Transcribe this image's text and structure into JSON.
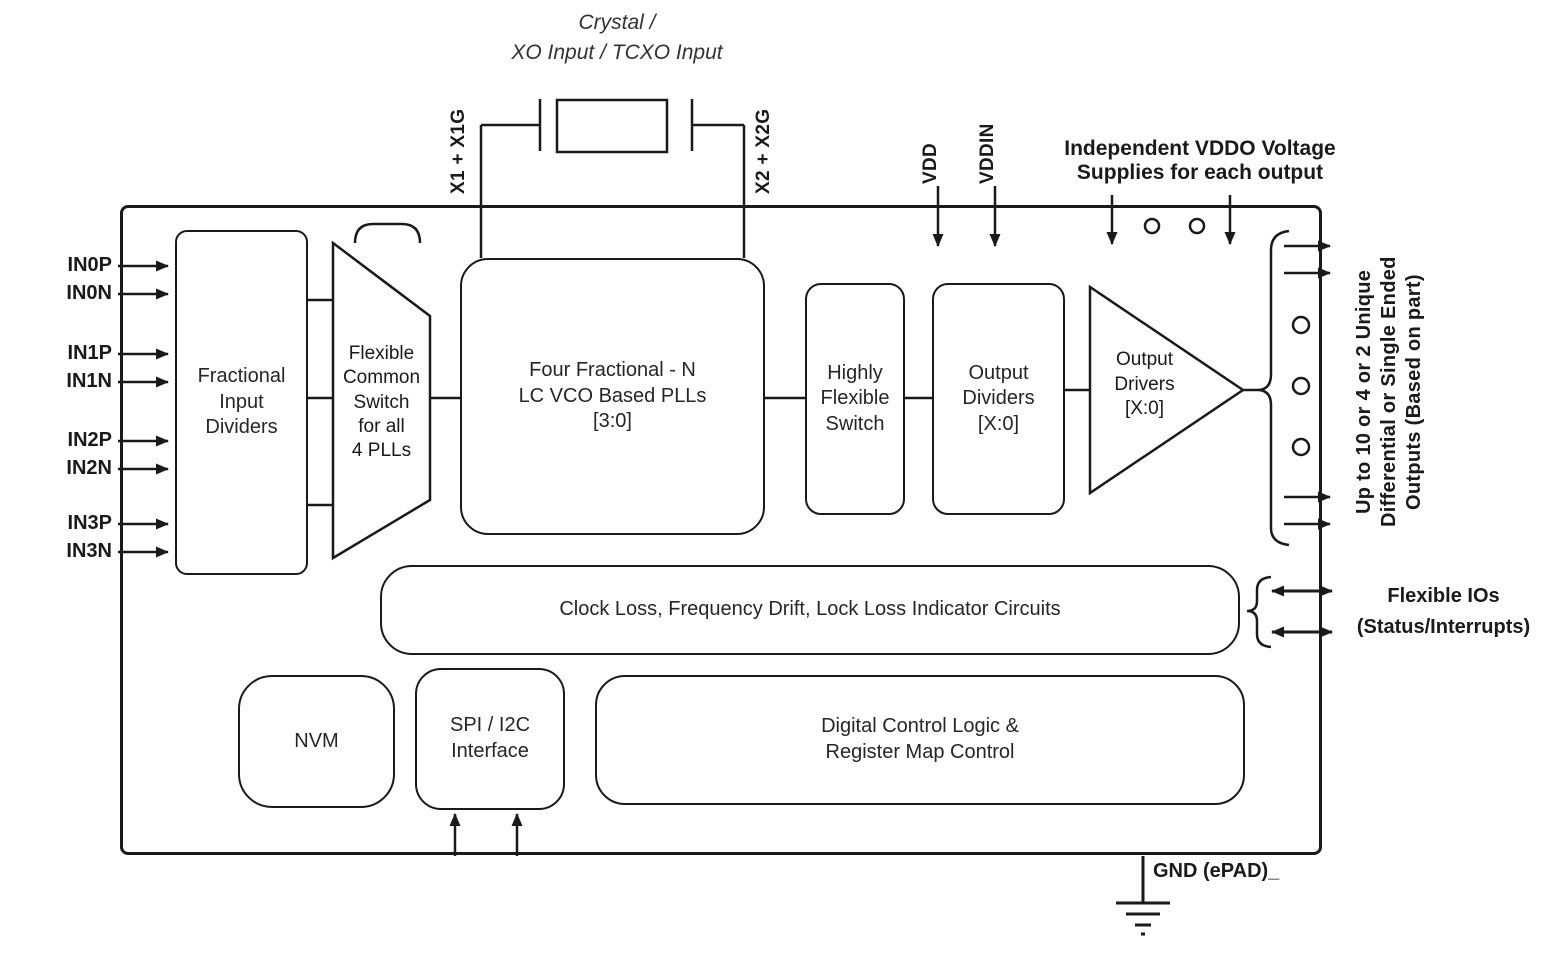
{
  "diagram": {
    "crystal": {
      "title": "Crystal /\nXO Input / TCXO Input",
      "x1_label": "X1 + X1G",
      "x2_label": "X2 + X2G"
    },
    "power": {
      "vdd": "VDD",
      "vddin": "VDDIN",
      "vddo_note": "Independent VDDO Voltage\nSupplies for each output"
    },
    "inputs": {
      "labels": [
        "IN0P",
        "IN0N",
        "IN1P",
        "IN1N",
        "IN2P",
        "IN2N",
        "IN3P",
        "IN3N"
      ]
    },
    "blocks": {
      "fractional_input_dividers": "Fractional\nInput\nDividers",
      "flexible_common_switch": "Flexible\nCommon\nSwitch\nfor all\n4 PLLs",
      "plls": "Four Fractional - N\nLC VCO Based PLLs\n[3:0]",
      "highly_flexible_switch": "Highly\nFlexible\nSwitch",
      "output_dividers": "Output\nDividers\n[X:0]",
      "output_drivers": "Output\nDrivers\n[X:0]",
      "indicator_circuits": "Clock Loss, Frequency Drift, Lock Loss Indicator Circuits",
      "nvm": "NVM",
      "spi_interface": "SPI / I2C\nInterface",
      "digital_control": "Digital Control Logic &\nRegister Map Control"
    },
    "outputs": {
      "right_note": "Up to 10 or 4 or 2 Unique\nDifferential or Single Ended\nOutputs (Based on part)",
      "flexible_ios": "Flexible IOs\n(Status/Interrupts)"
    },
    "ground": {
      "label": "GND (ePAD)_"
    },
    "colors": {
      "line": "#1a1a1a",
      "text": "#262626",
      "background": "#ffffff"
    }
  }
}
